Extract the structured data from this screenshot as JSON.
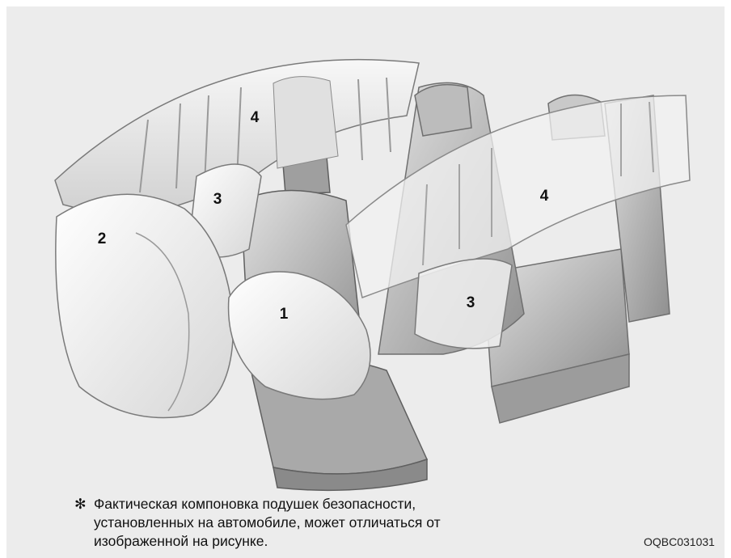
{
  "callouts": {
    "label_1": "1",
    "label_2": "2",
    "label_3_left": "3",
    "label_3_right": "3",
    "label_4_left": "4",
    "label_4_right": "4"
  },
  "note": {
    "symbol": "✻",
    "line1": "Фактическая компоновка подушек безопасности,",
    "line2": "установленных на автомобиле, может отличаться от",
    "line3": "изображенной на рисунке."
  },
  "image_code": "OQBC031031",
  "colors": {
    "background": "#ececec",
    "airbag_fill": "#f4f4f4",
    "seat_fill": "#bdbdbd",
    "outline": "#7a7a7a"
  }
}
